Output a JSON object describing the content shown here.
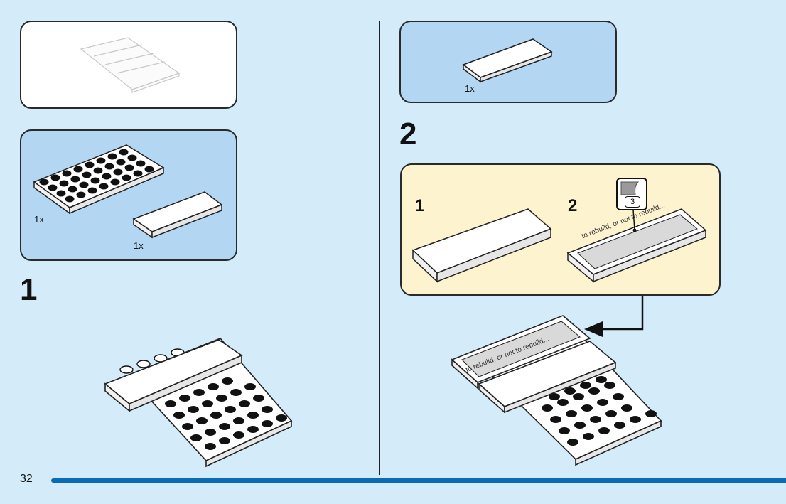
{
  "page": {
    "number": "32"
  },
  "left": {
    "parts_panel": {
      "qty_plate": "1x",
      "qty_tile": "1x"
    },
    "step_number": "1"
  },
  "right": {
    "parts_panel": {
      "qty_tile": "1x"
    },
    "step_number": "2",
    "sub_assembly": {
      "sub_step_1": "1",
      "sub_step_2": "2",
      "sticker_number": "3",
      "sticker_text": "to rebuild, or not to rebuild..."
    },
    "result_sticker_text": "to rebuild, or not to rebuild..."
  }
}
